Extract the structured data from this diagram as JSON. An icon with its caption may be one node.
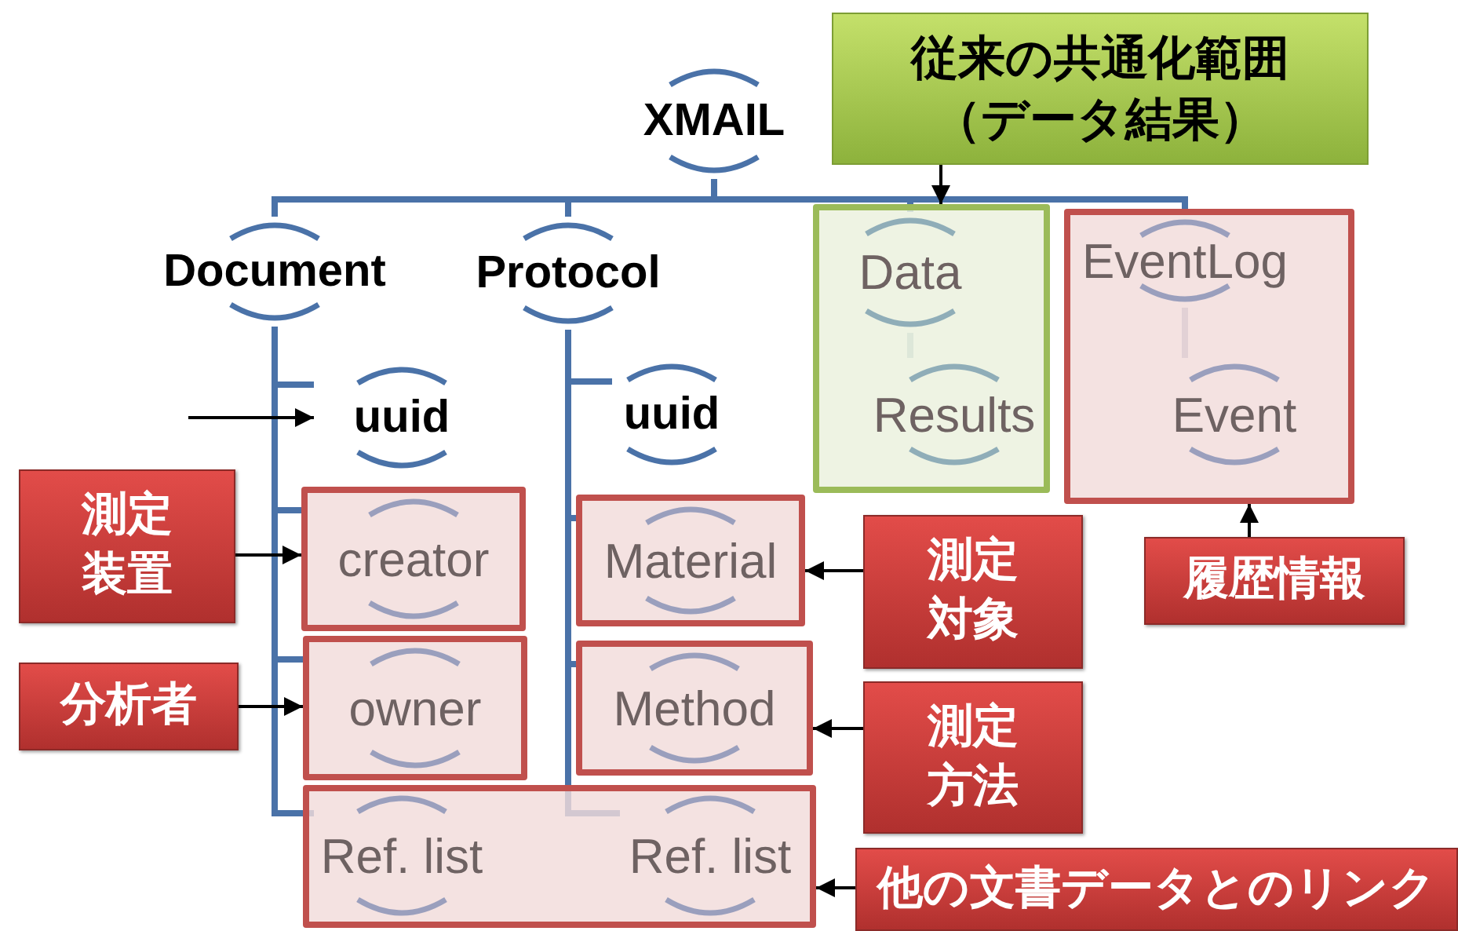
{
  "diagram": {
    "nodes": [
      {
        "text": [
          "XMAIL"
        ]
      },
      {
        "text": [
          "従来の共通化範囲（データ結果）"
        ]
      },
      {
        "text": [
          "Document"
        ]
      },
      {
        "text": [
          "Protocol"
        ]
      },
      {
        "text": [],
        "shape": "box"
      },
      {
        "text": [
          "Data"
        ],
        "in": 4
      },
      {
        "text": [
          "Results"
        ],
        "in": 4
      },
      {
        "text": [],
        "shape": "box"
      },
      {
        "text": [
          "EventLog"
        ],
        "in": 7
      },
      {
        "text": [
          "Event"
        ],
        "in": 7
      },
      {
        "text": [
          "uuid"
        ]
      },
      {
        "text": [
          "uuid"
        ]
      },
      {
        "text": [
          "測定装置"
        ]
      },
      {
        "text": [
          "creator"
        ]
      },
      {
        "text": [
          "Material"
        ]
      },
      {
        "text": [
          "測定対象"
        ]
      },
      {
        "text": [
          "履歴情報"
        ]
      },
      {
        "text": [
          "分析者"
        ]
      },
      {
        "text": [
          "owner"
        ]
      },
      {
        "text": [
          "Method"
        ]
      },
      {
        "text": [
          "測定方法"
        ]
      },
      {
        "text": [],
        "shape": "box"
      },
      {
        "text": [
          "Ref. list"
        ],
        "in": 21
      },
      {
        "text": [
          "Ref. list"
        ],
        "in": 21
      },
      {
        "text": [
          "他の文書データとのリンク"
        ]
      }
    ],
    "edges": [
      {
        "from": 0,
        "to": 2,
        "arrow": "none"
      },
      {
        "from": 0,
        "to": 3,
        "arrow": "none"
      },
      {
        "from": 0,
        "to": 5,
        "arrow": "none"
      },
      {
        "from": 0,
        "to": 8,
        "arrow": "none"
      },
      {
        "from": 5,
        "to": 6,
        "arrow": "none",
        "color": "#8fadb8"
      },
      {
        "from": 8,
        "to": 9,
        "arrow": "none",
        "color": "#9a9fbd"
      },
      {
        "from": 2,
        "to": 10,
        "arrow": "none"
      },
      {
        "from": 2,
        "to": 13,
        "arrow": "none"
      },
      {
        "from": 2,
        "to": 18,
        "arrow": "none"
      },
      {
        "from": 2,
        "to": 22,
        "arrow": "none"
      },
      {
        "from": 3,
        "to": 11,
        "arrow": "none"
      },
      {
        "from": 3,
        "to": 14,
        "arrow": "none"
      },
      {
        "from": 3,
        "to": 19,
        "arrow": "none"
      },
      {
        "from": 3,
        "to": 23,
        "arrow": "none"
      },
      {
        "from": 1,
        "to": 4,
        "arrow": "to",
        "color": "#000000"
      },
      {
        "from": null,
        "to": 10,
        "arrow": "to",
        "color": "#000000"
      },
      {
        "from": 12,
        "to": 13,
        "arrow": "to",
        "color": "#000000"
      },
      {
        "from": 15,
        "to": 14,
        "arrow": "to",
        "color": "#000000"
      },
      {
        "from": 16,
        "to": 7,
        "arrow": "to",
        "color": "#000000"
      },
      {
        "from": 17,
        "to": 18,
        "arrow": "to",
        "color": "#000000"
      },
      {
        "from": 20,
        "to": 19,
        "arrow": "to",
        "color": "#000000"
      },
      {
        "from": 24,
        "to": 21,
        "arrow": "to",
        "color": "#000000"
      }
    ]
  }
}
